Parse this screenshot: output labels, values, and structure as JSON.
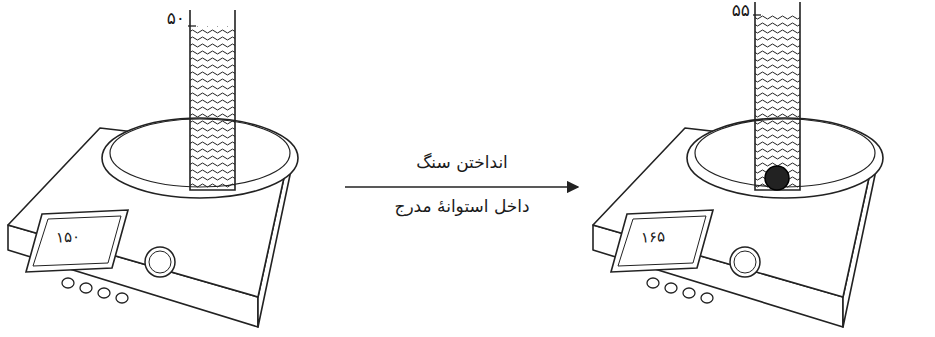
{
  "diagram": {
    "labels": [
      "۵۰",
      "۱۵۰",
      "۵۵",
      "۱۶۵",
      "انداختن سنگ",
      "داخل استوانهٔ مدرج"
    ]
  }
}
